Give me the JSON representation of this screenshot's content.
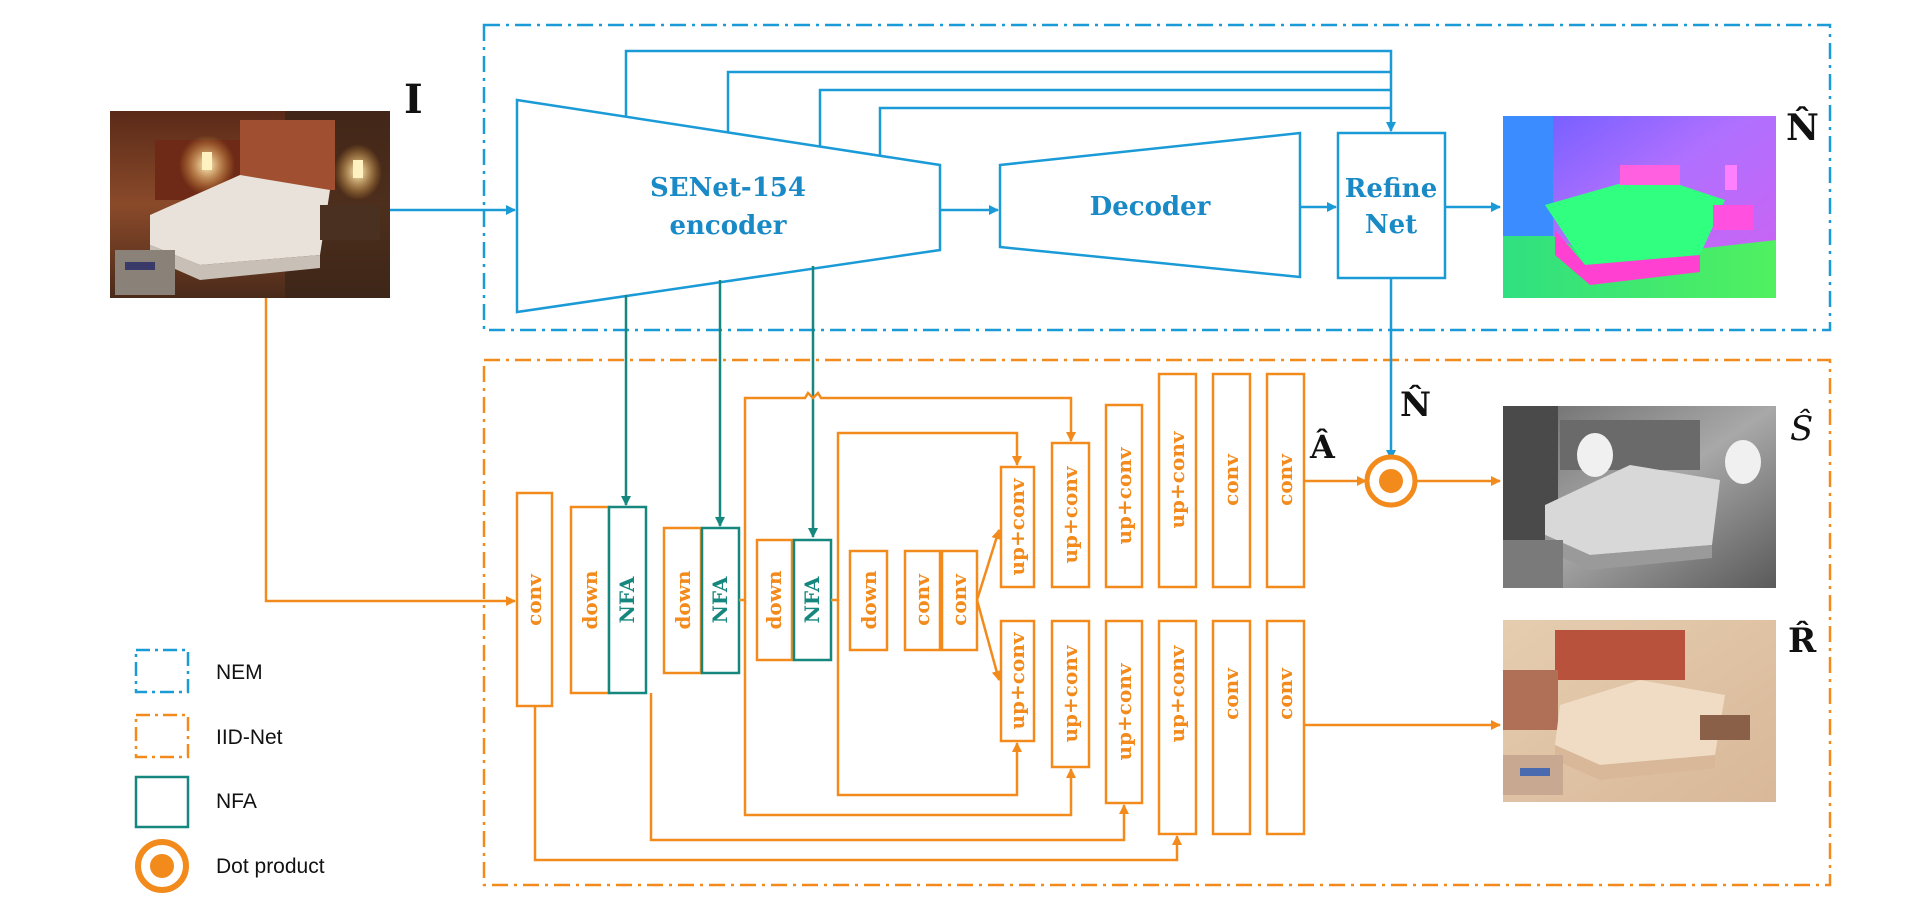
{
  "colors": {
    "nem": "#1a9ad6",
    "iid": "#f28a1c",
    "nfa": "#16877e",
    "text_dark": "#111111"
  },
  "symbols": {
    "input_I": "I",
    "normal_top": "N̂",
    "normal_mid": "N̂",
    "albedo_A": "Â",
    "shading_S": "Ŝ",
    "reflect_R": "R̂"
  },
  "nem": {
    "encoder_line1": "SENet-154",
    "encoder_line2": "encoder",
    "decoder": "Decoder",
    "refine_line1": "Refine",
    "refine_line2": "Net"
  },
  "iid": {
    "conv": "conv",
    "down": "down",
    "nfa": "NFA",
    "upconv": "up+conv"
  },
  "legend": {
    "nem": "NEM",
    "iid": "IID-Net",
    "nfa": "NFA",
    "dot": "Dot product"
  }
}
